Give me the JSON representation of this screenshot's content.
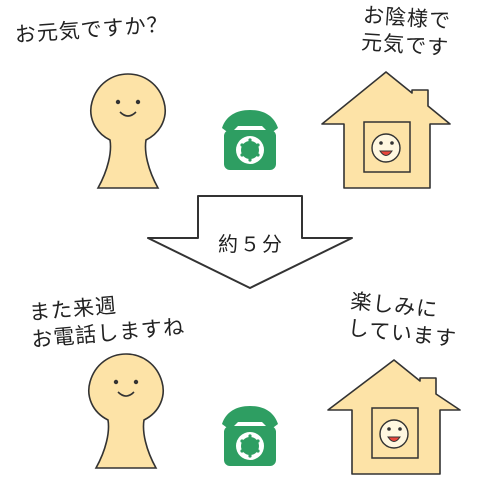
{
  "top": {
    "person_speech": "お元気ですか？",
    "house_speech": "お陰様で\n元気です"
  },
  "arrow": {
    "label": "約５分"
  },
  "bottom": {
    "person_speech": "また来週\nお電話しますね",
    "house_speech": "楽しみに\nしています"
  },
  "colors": {
    "person_fill": "#fde3a7",
    "house_fill": "#fde3a7",
    "phone_green": "#2e9e62",
    "mouth_red": "#e8453c",
    "outline": "#333333"
  }
}
